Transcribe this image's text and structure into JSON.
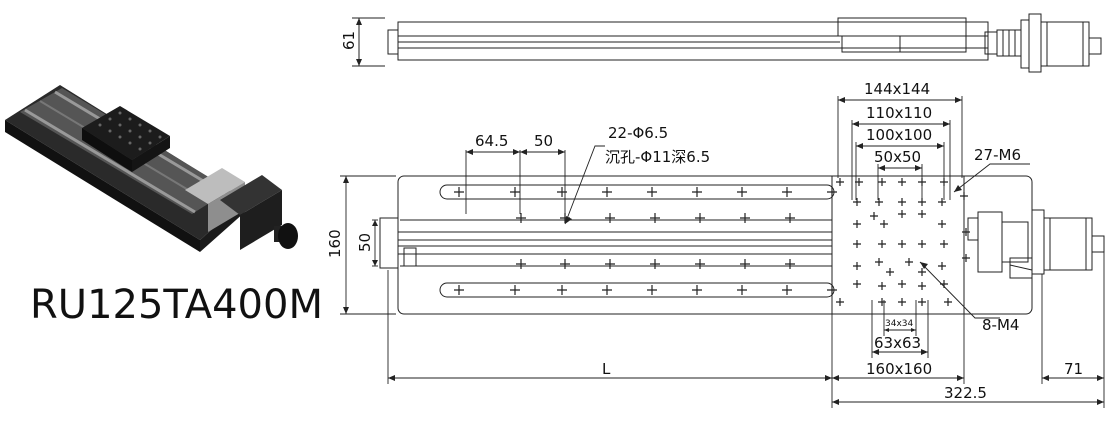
{
  "product": {
    "model": "RU125TA400M"
  },
  "dims": {
    "side_height": "61",
    "pitch_a": "64.5",
    "pitch_b": "50",
    "holes": "22-Φ6.5",
    "counterbore": "沉孔-Φ11深6.5",
    "sq144": "144x144",
    "sq110": "110x110",
    "sq100": "100x100",
    "sq50": "50x50",
    "m6": "27-M6",
    "m4": "8-M4",
    "sq34": "34x34",
    "sq63": "63x63",
    "sq160": "160x160",
    "height": "160",
    "rail_gap": "50",
    "length": "L",
    "motor": "71",
    "total": "322.5"
  }
}
